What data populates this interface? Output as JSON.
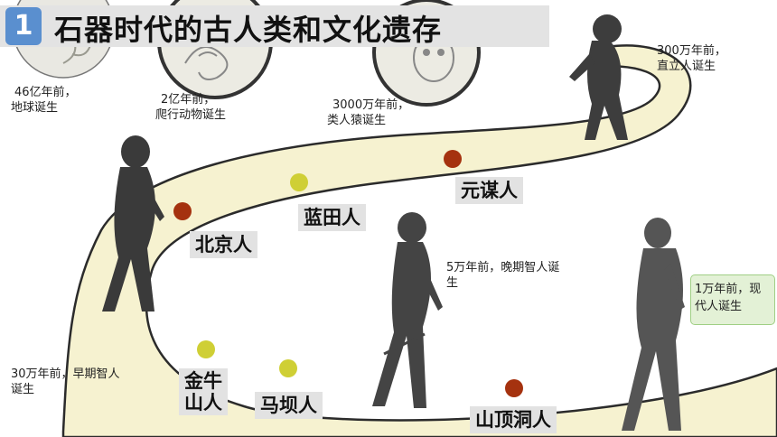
{
  "title": {
    "badge": "1",
    "text": "石器时代的古人类和文化遗存"
  },
  "colors": {
    "road": "#f6f2d0",
    "road_edge": "#2b2b2b",
    "dot_red": "#a5320f",
    "dot_yellow": "#cfcf35",
    "label_bg": "#e2e2e2",
    "title_bg": "#e3e3e3",
    "badge": "#5a8fcf",
    "highlight_bg": "#e3f1d6"
  },
  "captions": {
    "earth": [
      "46亿年前，",
      "地球诞生"
    ],
    "reptile": [
      "2亿年前，",
      "爬行动物诞生"
    ],
    "ape": [
      "3000万年前，",
      "类人猿诞生"
    ],
    "erectus": [
      "300万年前，",
      "直立人诞生"
    ],
    "early_sapiens": [
      "30万年前，早期智人",
      "诞生"
    ],
    "late_sapiens": [
      "5万年前，晚期智人诞",
      "生"
    ],
    "modern": [
      "1万年前，现",
      "代人诞生"
    ]
  },
  "sites": {
    "yuanmou": "元谋人",
    "lantian": "蓝田人",
    "beijing": "北京人",
    "jinniushan": [
      "金牛",
      "山人"
    ],
    "maba": "马坝人",
    "shandingdong": "山顶洞人"
  },
  "icons": [
    "earth-globe-icon",
    "reptile-fossil-icon",
    "ape-skull-icon",
    "ape-figure-icon",
    "early-human-figure-icon",
    "late-sapiens-figure-icon",
    "modern-human-figure-icon"
  ]
}
